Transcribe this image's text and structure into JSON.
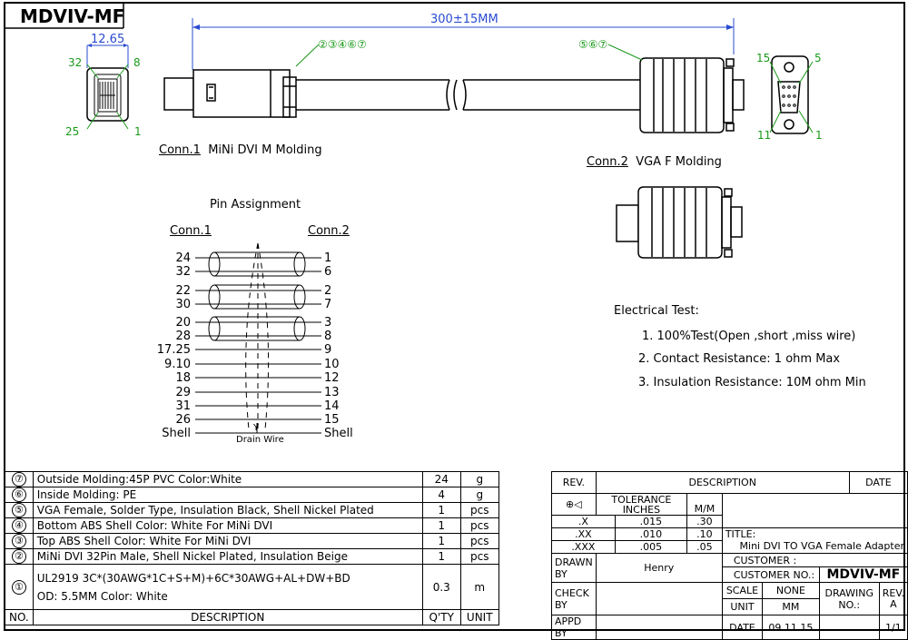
{
  "title": "MDVIV-MF",
  "dimensions": {
    "width_conn1": "12.65",
    "length": "300±15MM"
  },
  "conn1": {
    "label": "Conn.1",
    "desc": "MiNi DVI M Molding",
    "pins": {
      "tl": "32",
      "tr": "8",
      "bl": "25",
      "br": "1"
    },
    "callout": "②③④⑥⑦"
  },
  "conn2": {
    "label": "Conn.2",
    "desc": "VGA F Molding",
    "pins": {
      "tl": "15",
      "tr": "5",
      "bl": "11",
      "br": "1"
    },
    "callout": "⑤⑥⑦"
  },
  "pin_assignment": {
    "title": "Pin Assignment",
    "left_header": "Conn.1",
    "right_header": "Conn.2",
    "rows": [
      {
        "l": "24",
        "r": "1"
      },
      {
        "l": "32",
        "r": "6"
      },
      {
        "l": "22",
        "r": "2"
      },
      {
        "l": "30",
        "r": "7"
      },
      {
        "l": "20",
        "r": "3"
      },
      {
        "l": "28",
        "r": "8"
      },
      {
        "l": "17.25",
        "r": "9"
      },
      {
        "l": "9.10",
        "r": "10"
      },
      {
        "l": "18",
        "r": "12"
      },
      {
        "l": "29",
        "r": "13"
      },
      {
        "l": "31",
        "r": "14"
      },
      {
        "l": "26",
        "r": "15"
      },
      {
        "l": "Shell",
        "r": "Shell"
      }
    ],
    "drain_symbol": "Y",
    "drain_label": "Drain Wire"
  },
  "electrical_test": {
    "title": "Electrical Test:",
    "items": [
      "1. 100%Test(Open ,short ,miss wire)",
      "2. Contact Resistance: 1 ohm Max",
      "3. Insulation Resistance: 10M ohm Min"
    ]
  },
  "bom": {
    "rows": [
      {
        "no": "⑦",
        "desc": "Outside Molding:45P PVC Color:White",
        "qty": "24",
        "unit": "g"
      },
      {
        "no": "⑥",
        "desc": "Inside Molding: PE",
        "qty": "4",
        "unit": "g"
      },
      {
        "no": "⑤",
        "desc": "VGA Female, Solder Type, Insulation Black, Shell Nickel Plated",
        "qty": "1",
        "unit": "pcs"
      },
      {
        "no": "④",
        "desc": "Bottom ABS Shell Color: White For MiNi DVI",
        "qty": "1",
        "unit": "pcs"
      },
      {
        "no": "③",
        "desc": "Top ABS Shell Color: White For MiNi DVI",
        "qty": "1",
        "unit": "pcs"
      },
      {
        "no": "②",
        "desc": "MiNi DVI 32Pin Male, Shell Nickel Plated, Insulation Beige",
        "qty": "1",
        "unit": "pcs"
      }
    ],
    "cable": {
      "no": "①",
      "line1": "UL2919 3C*(30AWG*1C+S+M)+6C*30AWG+AL+DW+BD",
      "line2": "OD: 5.5MM Color: White",
      "qty": "0.3",
      "unit": "m"
    },
    "header": {
      "no": "NO.",
      "desc": "DESCRIPTION",
      "qty": "Q'TY",
      "unit": "UNIT"
    }
  },
  "titleblock": {
    "rev": "REV.",
    "description": "DESCRIPTION",
    "date": "DATE",
    "tolerance": "TOLERANCE",
    "inches": "INCHES",
    "mm": "M/M",
    "tol_rows": [
      {
        "k": ".X",
        "in": ".015",
        "mm": ".30"
      },
      {
        "k": ".XX",
        "in": ".010",
        "mm": ".10"
      },
      {
        "k": ".XXX",
        "in": ".005",
        "mm": ".05"
      }
    ],
    "title_label": "TITLE:",
    "title_value": "Mini DVI TO VGA Female Adapter",
    "drawn_by_label": "DRAWN BY",
    "drawn_by": "Henry",
    "customer_label": "CUSTOMER :",
    "customer_no_label": "CUSTOMER NO.:",
    "customer_no": "MDVIV-MF",
    "check_by_label": "CHECK BY",
    "scale_label": "SCALE",
    "scale": "NONE",
    "drawing_no_label": "DRAWING NO.:",
    "rev_label": "REV.",
    "rev_value": "A",
    "unit_label": "UNIT",
    "unit": "MM",
    "appd_label": "APPD BY",
    "date_label": "DATE",
    "date_value": "09.11.15",
    "sheet": "1/1"
  }
}
